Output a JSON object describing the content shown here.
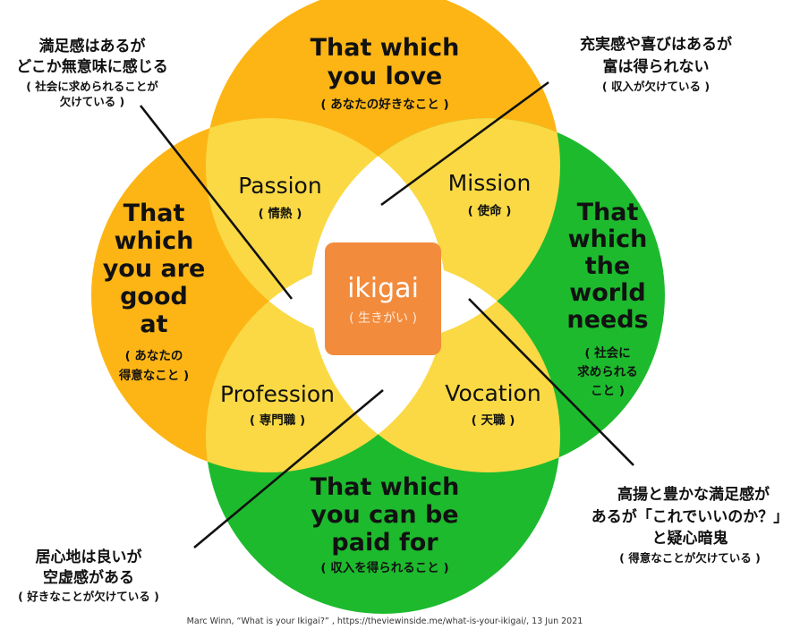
{
  "colors": {
    "orange": "#FDB515",
    "green": "#1DBA2E",
    "yellow": "#FAD944",
    "center": "#F28B3C",
    "line": "#111111"
  },
  "circles": {
    "love": {
      "title_lines": [
        "That which",
        "you love"
      ],
      "sub": "( あなたの好きなこと )"
    },
    "good": {
      "title_lines": [
        "That",
        "which",
        "you are",
        "good",
        "at"
      ],
      "sub_lines": [
        "( あなたの",
        "得意なこと )"
      ]
    },
    "world": {
      "title_lines": [
        "That",
        "which",
        "the",
        "world",
        "needs"
      ],
      "sub_lines": [
        "( 社会に",
        "求められる",
        "こと )"
      ]
    },
    "paid": {
      "title_lines": [
        "That which",
        "you can be",
        "paid for"
      ],
      "sub": "( 収入を得られること )"
    }
  },
  "overlaps": {
    "passion": {
      "label": "Passion",
      "sub": "( 情熱 )"
    },
    "mission": {
      "label": "Mission",
      "sub": "( 使命 )"
    },
    "profession": {
      "label": "Profession",
      "sub": "( 専門職 )"
    },
    "vocation": {
      "label": "Vocation",
      "sub": "( 天職 )"
    }
  },
  "center": {
    "label": "ikigai",
    "sub": "( 生きがい )"
  },
  "annotations": {
    "top_left": {
      "lines": [
        "満足感はあるが",
        "どこか無意味に感じる"
      ],
      "sub_lines": [
        "( 社会に求められることが",
        "欠けている )"
      ]
    },
    "top_right": {
      "lines": [
        "充実感や喜びはあるが",
        "富は得られない"
      ],
      "sub_lines": [
        "( 収入が欠けている )"
      ]
    },
    "bottom_left": {
      "lines": [
        "居心地は良いが",
        "空虚感がある"
      ],
      "sub_lines": [
        "( 好きなことが欠けている )"
      ]
    },
    "bottom_right": {
      "lines": [
        "高揚と豊かな満足感が",
        "あるが「これでいいのか？」",
        "と疑心暗鬼"
      ],
      "sub_lines": [
        "( 得意なことが欠けている )"
      ]
    }
  },
  "credit": "Marc Winn, “What is your Ikigai?” , https://theviewinside.me/what-is-your-ikigai/, 13 Jun 2021"
}
